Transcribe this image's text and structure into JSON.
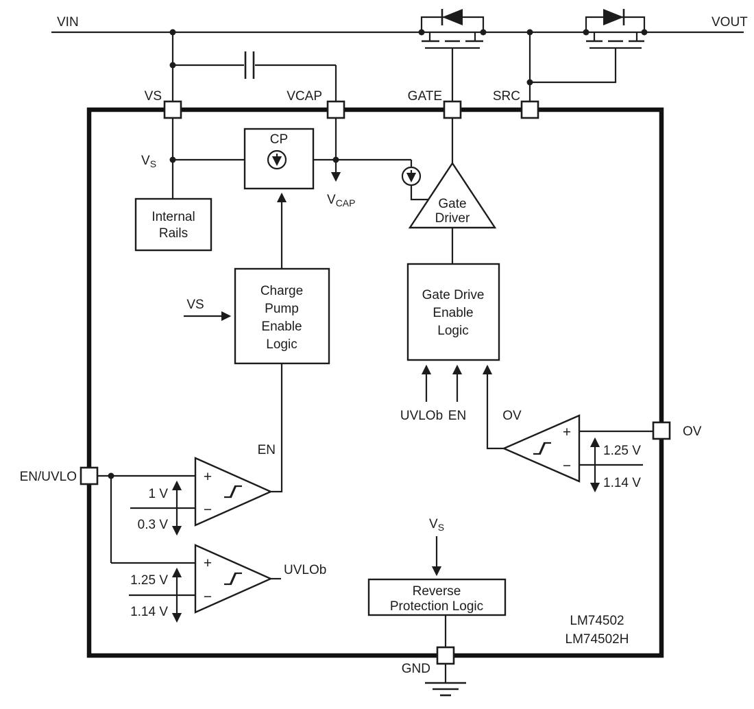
{
  "colors": {
    "line": "#1c1c1c",
    "background": "#ffffff",
    "boundary": "#121212"
  },
  "top_rail": {
    "vin": "VIN",
    "vout": "VOUT"
  },
  "pins": {
    "vs": "VS",
    "vcap": "VCAP",
    "gate": "GATE",
    "src": "SRC",
    "en_uvlo": "EN/UVLO",
    "ov": "OV",
    "gnd": "GND"
  },
  "blocks": {
    "internal_rails": {
      "line1": "Internal",
      "line2": "Rails"
    },
    "cp": {
      "label": "CP"
    },
    "charge_pump_enable": {
      "line1": "Charge",
      "line2": "Pump",
      "line3": "Enable",
      "line4": "Logic",
      "input_label": "VS"
    },
    "gate_driver": {
      "line1": "Gate",
      "line2": "Driver"
    },
    "gate_drive_enable": {
      "line1": "Gate Drive",
      "line2": "Enable",
      "line3": "Logic",
      "input_uvlob": "UVLOb",
      "input_en": "EN",
      "input_ov": "OV"
    },
    "reverse_protection": {
      "line1": "Reverse",
      "line2": "Protection Logic"
    }
  },
  "nets": {
    "vs_internal_base": "V",
    "vs_internal_sub": "S",
    "vcap_internal_base": "V",
    "vcap_internal_sub": "CAP",
    "vs_reverse_base": "V",
    "vs_reverse_sub": "S",
    "en": "EN",
    "uvlob_out": "UVLOb"
  },
  "comparators": {
    "en": {
      "plus": "+",
      "minus": "−",
      "rising": "1 V",
      "falling": "0.3 V"
    },
    "uvlo": {
      "plus": "+",
      "minus": "−",
      "rising": "1.25 V",
      "falling": "1.14 V"
    },
    "ov": {
      "plus": "+",
      "minus": "−",
      "rising": "1.25 V",
      "falling": "1.14 V"
    }
  },
  "part": {
    "name1": "LM74502",
    "name2": "LM74502H"
  }
}
